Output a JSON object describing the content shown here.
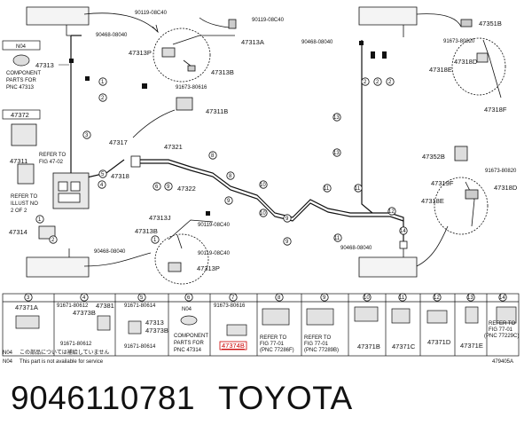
{
  "footer": {
    "part_number": "9046110781",
    "brand": "TOYOTA"
  },
  "figure_id": "479405A",
  "notes": {
    "n04_jp_code": "N04",
    "n04_jp": "この部品については補給していません",
    "n04_en_code": "N04",
    "n04_en": "This part is not available for service"
  },
  "left_legend": {
    "n04": "N04",
    "comp1": "COMPONENT",
    "comp2": "PARTS FOR",
    "comp3": "PNC 47313",
    "p47372": "47372",
    "p47311": "47311",
    "ref_fig_1": "REFER TO",
    "ref_fig_2": "FIG 47-02",
    "ref_ill_1": "REFER TO",
    "ref_ill_2": "ILLUST NO",
    "ref_ill_3": "2 OF 2",
    "p47314": "47314"
  },
  "labels": {
    "p47313": "47313",
    "p90468_top": "90468-08040",
    "p90119_a": "90119-08C40",
    "p90119_b": "90119-08C40",
    "p47313A": "47313A",
    "p47313P_top": "47313P",
    "p47313B_top": "47313B",
    "p91673_80616": "91673-80616",
    "p47311B": "47311B",
    "p47317": "47317",
    "p47321": "47321",
    "p47318": "47318",
    "p47322": "47322",
    "p47313J": "47313J",
    "p90119_mid": "90119-08C40",
    "p47313B_mid": "47313B",
    "p90468_mid": "90468-08040",
    "p90119_low": "90119-08C40",
    "p47313P_low": "47313P",
    "p90468_right": "90468-08040",
    "p47351B": "47351B",
    "p91673_80820_a": "91673-80820",
    "p47318D": "47318D",
    "p47318E_a": "47318E",
    "p47318F": "47318F",
    "p47352B": "47352B",
    "p91673_80820_b": "91673-80820",
    "p47319F": "47319F",
    "p47318D_b": "47318D",
    "p47318E_b": "47318E",
    "p90468_right_low": "90468-08040"
  },
  "bottom_cells": {
    "c3": "47371A",
    "c4_a": "91671-80612",
    "c4_b": "47381",
    "c4_c": "47373B",
    "c4_d": "91671-80612",
    "c5_a": "91671-80614",
    "c5_b": "47313",
    "c5_c": "47373B",
    "c5_d": "91671-80614",
    "c6_a": "N04",
    "c6_b": "COMPONENT",
    "c6_c": "PARTS FOR",
    "c6_d": "PNC 47314",
    "c7_a": "91673-80616",
    "c7_b": "47374B",
    "c8_a": "REFER TO",
    "c8_b": "FIG 77-01",
    "c8_c": "(PNC 77286F)",
    "c9_a": "REFER TO",
    "c9_b": "FIG 77-01",
    "c9_c": "(PNC 77289B)",
    "c10": "47371B",
    "c11": "47371C",
    "c12": "47371D",
    "c13": "47371E",
    "c14_a": "REFER TO",
    "c14_b": "FIG 77-01",
    "c14_c": "(PNC 77229C)"
  },
  "callouts": {
    "n1": "1",
    "n2": "2",
    "n3": "3",
    "n4": "4",
    "n5": "5",
    "n6": "6",
    "n7": "7",
    "n8": "8",
    "n9": "9",
    "n10": "10",
    "n11": "11",
    "n12": "12",
    "n13": "13",
    "n14": "14"
  }
}
